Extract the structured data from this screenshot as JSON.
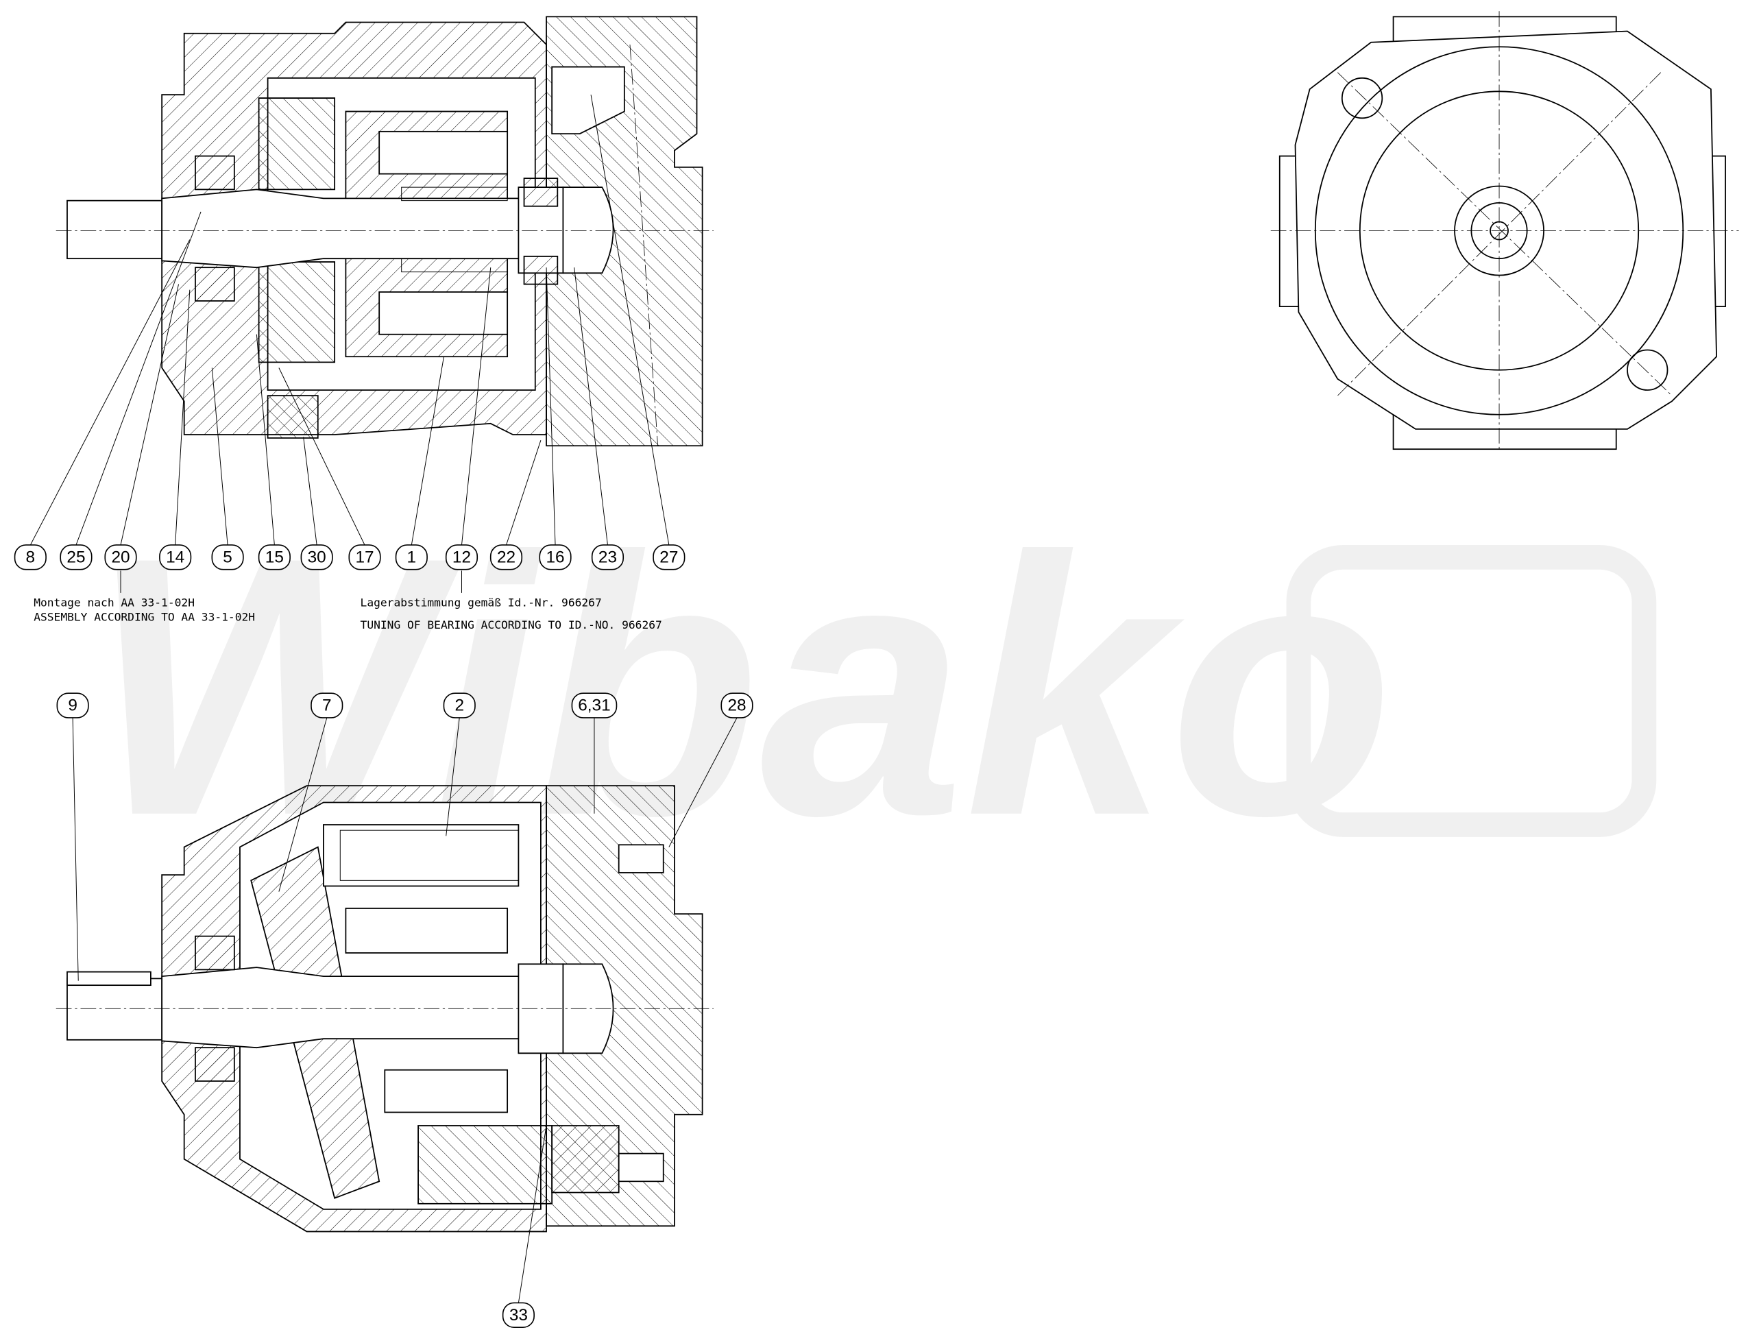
{
  "watermark": "Wibako",
  "notes": {
    "assembly_de": "Montage nach AA 33-1-02H",
    "assembly_en": "ASSEMBLY ACCORDING TO AA 33-1-02H",
    "bearing_de": "Lagerabstimmung gemäß Id.-Nr. 966267",
    "bearing_en": "TUNING OF BEARING ACCORDING TO ID.-NO. 966267"
  },
  "balloons_top": [
    "8",
    "25",
    "20",
    "14",
    "5",
    "15",
    "30",
    "17",
    "1",
    "12",
    "22",
    "16",
    "23",
    "27"
  ],
  "balloons_bottom": [
    "9",
    "7",
    "2",
    "6,31",
    "28",
    "33"
  ]
}
